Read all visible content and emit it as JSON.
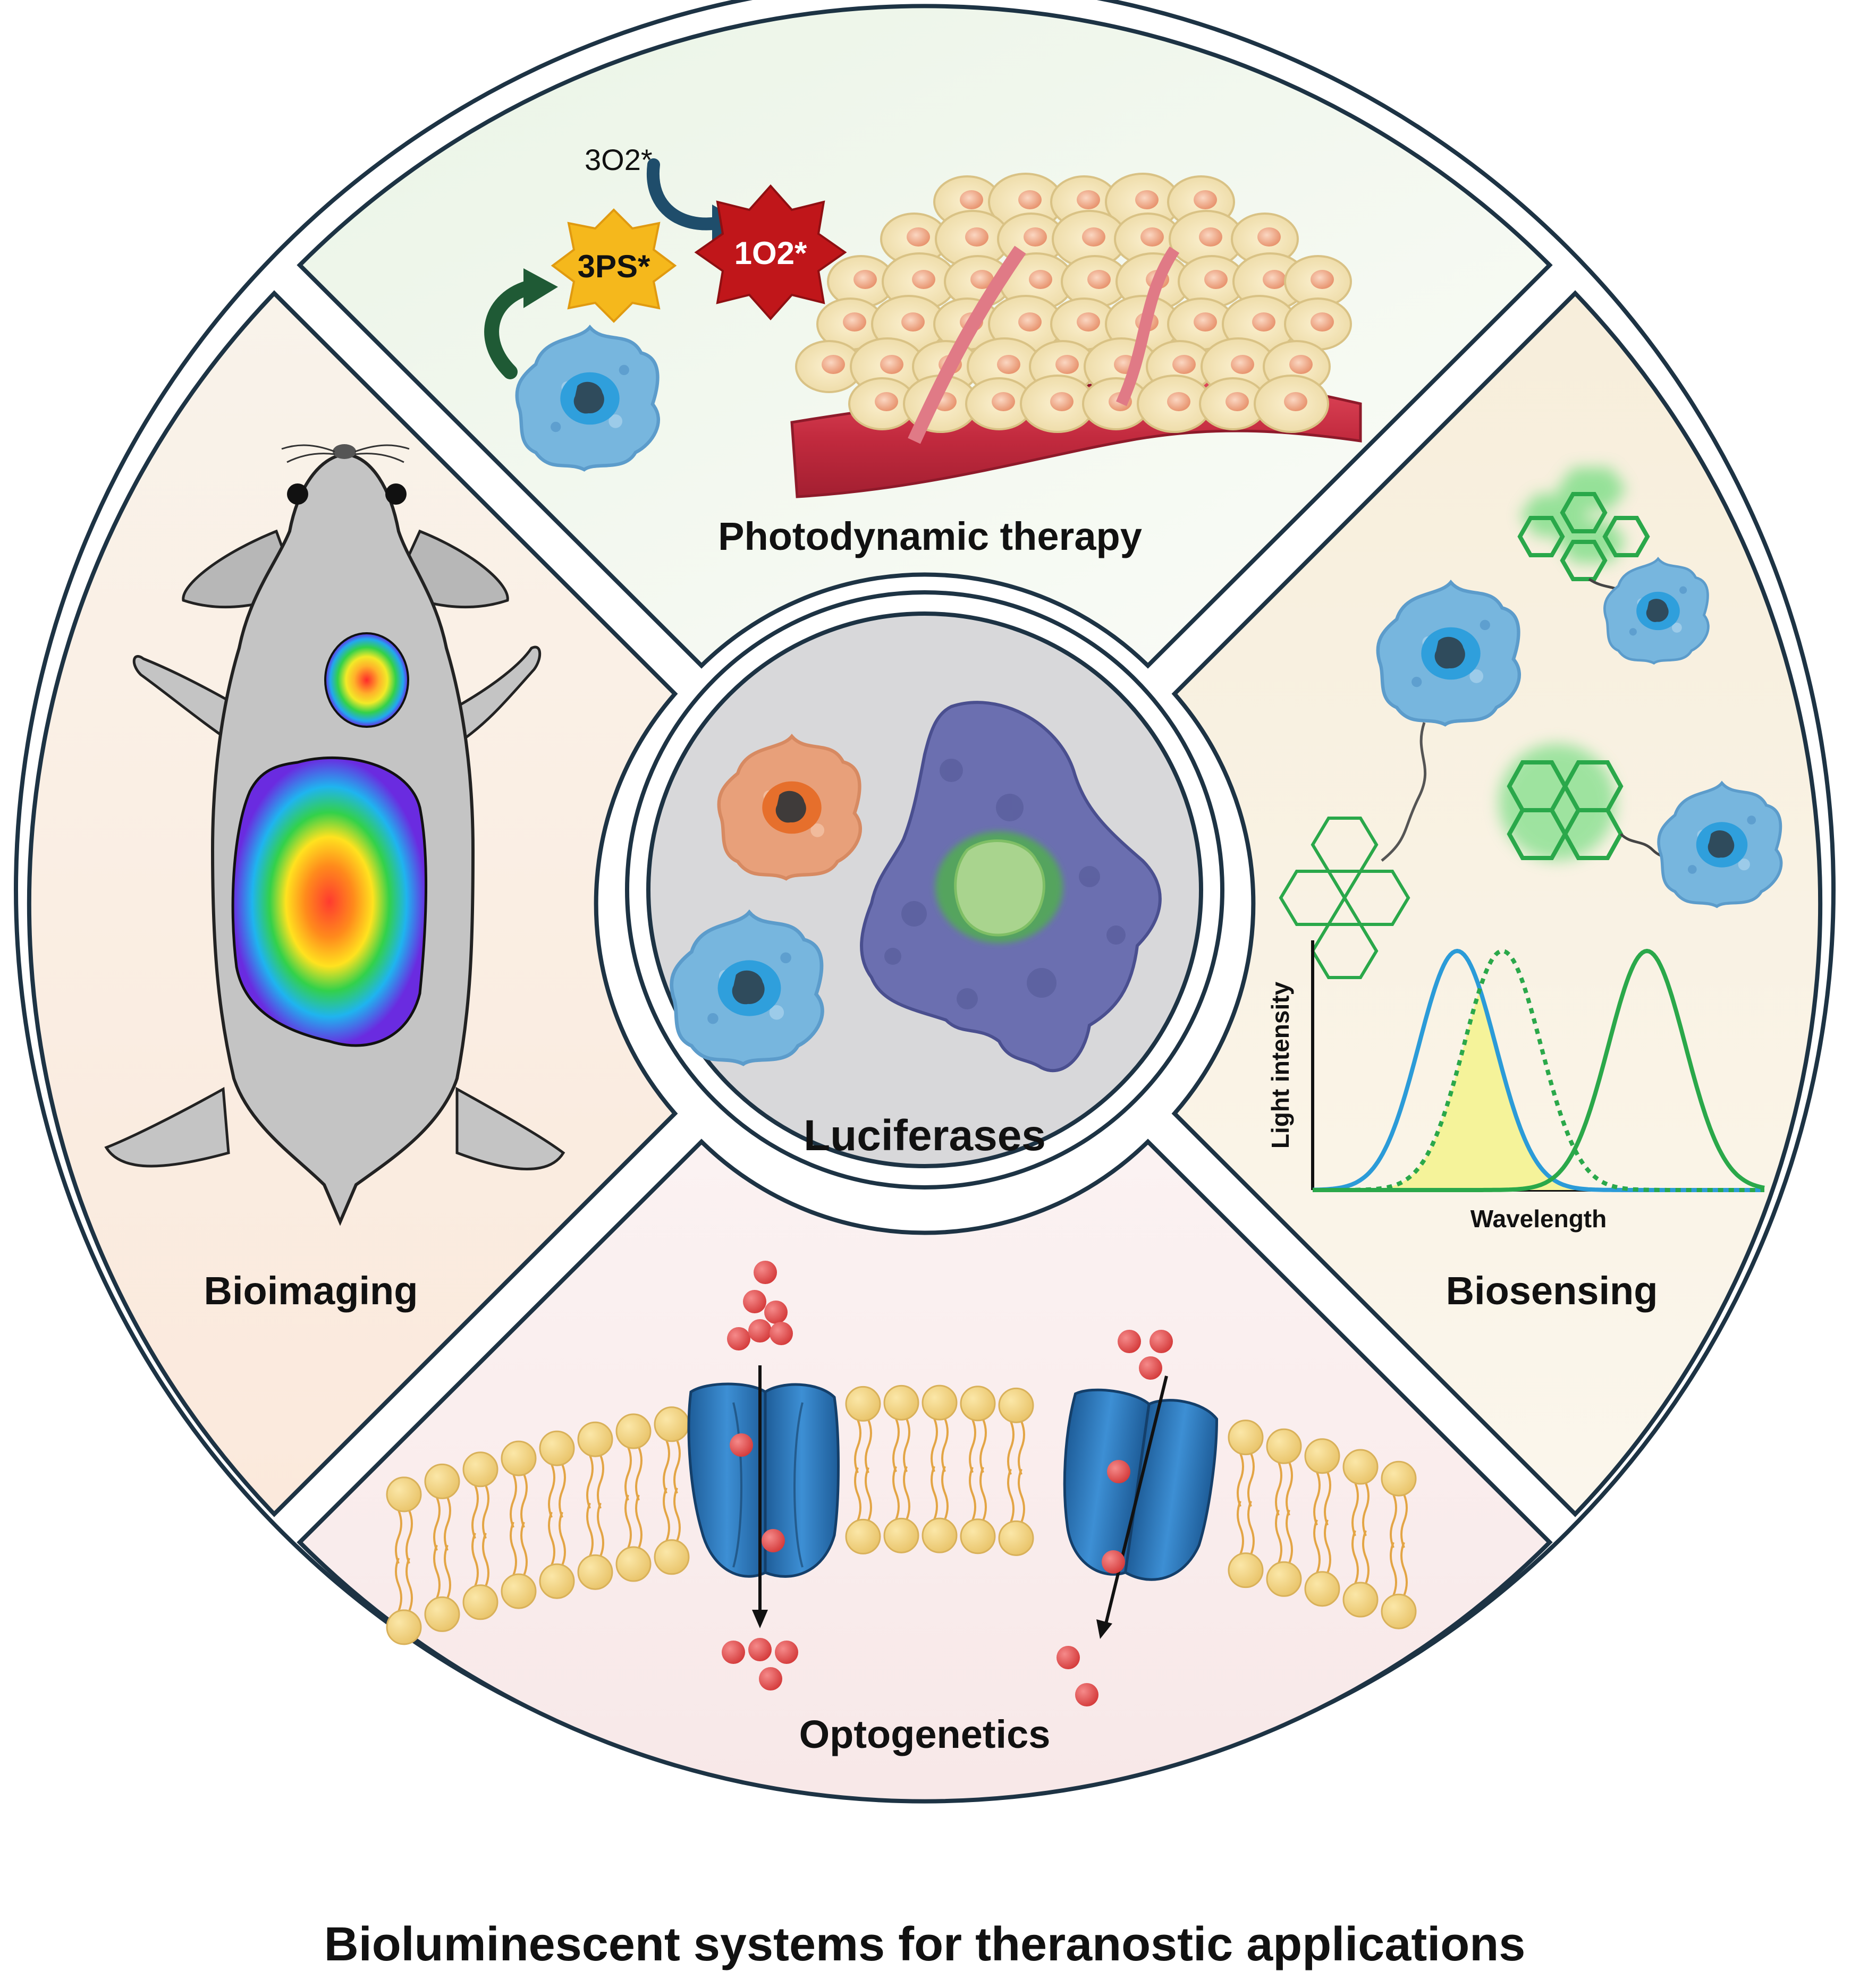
{
  "title": "Bioluminescent systems for theranostic applications",
  "center": {
    "label": "Luciferases"
  },
  "quadrants": {
    "top": {
      "label": "Photodynamic therapy",
      "o2_triplet": "3O2*",
      "ps_triplet": "3PS*",
      "o2_singlet": "1O2*"
    },
    "left": {
      "label": "Bioimaging"
    },
    "right": {
      "label": "Biosensing",
      "chart_ylabel": "Light intensity",
      "chart_xlabel": "Wavelength"
    },
    "bottom": {
      "label": "Optogenetics"
    }
  },
  "colors": {
    "ring_stroke": "#1d3344",
    "luciferase_blue": "#6fb2dc",
    "luciferase_orange": "#e79a6f",
    "luciferase_purple": "#6a6fae",
    "singlet_oxygen": "#c0161a",
    "photosensitizer": "#f5b81c",
    "channel": "#2f78b8",
    "ion": "#e04a4a",
    "lipid_head": "#f3d27e",
    "fluorophore_green": "#2aa84a",
    "overlap_yellow": "#f5f39a"
  },
  "chart_data": {
    "type": "line",
    "xlabel": "Wavelength",
    "ylabel": "Light intensity",
    "series": [
      {
        "style": "solid",
        "color": "#2b9bd8",
        "center": 0.32,
        "width": 0.085
      },
      {
        "style": "dotted",
        "color": "#2aa84a",
        "center": 0.42,
        "width": 0.085
      },
      {
        "style": "solid",
        "color": "#2aa84a",
        "center": 0.74,
        "width": 0.085
      }
    ],
    "shaded_overlap": true
  }
}
